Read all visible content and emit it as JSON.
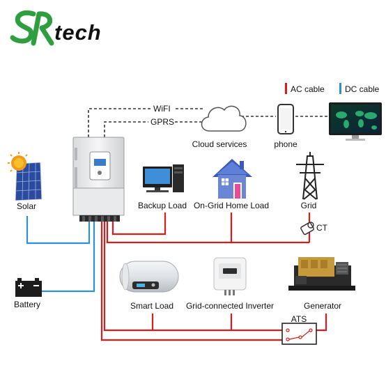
{
  "logo": {
    "brand": "SRtech",
    "letters": "SR",
    "tail": "tech",
    "brand_color": "#2e9e3e"
  },
  "legend": {
    "ac_label": "AC cable",
    "ac_color": "#d81c1c",
    "dc_label": "DC cable",
    "dc_color": "#2e8fd6"
  },
  "links": {
    "wifi": "WiFI",
    "gprs": "GPRS"
  },
  "nodes": {
    "cloud": "Cloud services",
    "phone": "phone",
    "solar": "Solar",
    "backup_load": "Backup Load",
    "home_load": "On-Grid Home Load",
    "grid": "Grid",
    "ct": "CT",
    "battery": "Battery",
    "smart_load": "Smart Load",
    "grid_inverter": "Grid-connected Inverter",
    "generator": "Generator",
    "ats": "ATS"
  },
  "icons": [
    "solar-panel-icon",
    "sun-icon",
    "battery-icon",
    "hybrid-inverter-icon",
    "cloud-icon",
    "smartphone-icon",
    "monitor-icon",
    "computer-icon",
    "house-icon",
    "transmission-tower-icon",
    "ct-clamp-icon",
    "water-heater-icon",
    "grid-inverter-icon",
    "generator-icon",
    "ats-switch-icon"
  ]
}
